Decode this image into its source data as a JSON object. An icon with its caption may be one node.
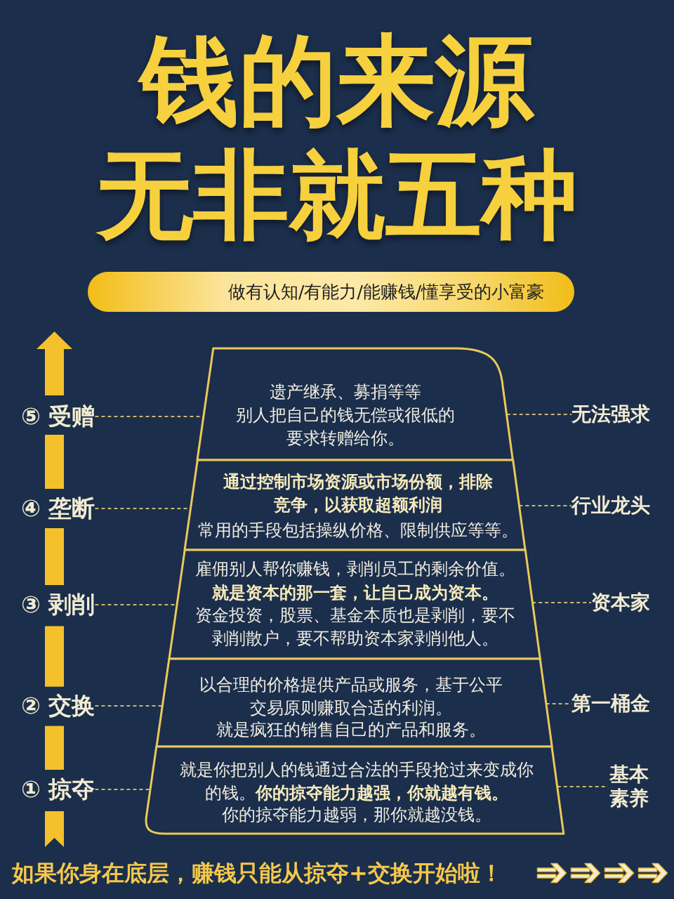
{
  "diagram": {
    "title": "钱的来源无非就五种",
    "nodes": [
      {
        "text": [
          "做有认知/有能力/能赚钱/懂享受的小富豪"
        ]
      },
      {
        "text": [
          "⑤ 受赠"
        ]
      },
      {
        "text": [
          "遗产继承、募捐等等",
          "别人把自己的钱无偿或很低的要求转赠给你。"
        ]
      },
      {
        "text": [
          "无法强求"
        ]
      },
      {
        "text": [
          "④ 垄断"
        ]
      },
      {
        "text": [
          "通过控制市场资源或市场份额，排除竞争，以获取超额利润",
          "常用的手段包括操纵价格、限制供应等等。"
        ]
      },
      {
        "text": [
          "行业龙头"
        ]
      },
      {
        "text": [
          "③ 剥削"
        ]
      },
      {
        "text": [
          "雇佣别人帮你赚钱，剥削员工的剩余价值。",
          "就是资本的那一套，让自己成为资本。",
          "资金投资，股票、基金本质也是剥削，要不剥削散户，要不帮助资本家剥削他人。"
        ]
      },
      {
        "text": [
          "资本家"
        ]
      },
      {
        "text": [
          "② 交换"
        ]
      },
      {
        "text": [
          "以合理的价格提供产品或服务，基于公平交易原则赚取合适的利润。",
          "就是疯狂的销售自己的产品和服务。"
        ]
      },
      {
        "text": [
          "第一桶金"
        ]
      },
      {
        "text": [
          "① 掠夺"
        ]
      },
      {
        "text": [
          "就是你把别人的钱通过合法的手段抢过来变成你的钱。**你的掠夺能力越强，你就越有钱。**",
          "你的掠夺能力越弱，那你就越没钱。"
        ]
      },
      {
        "text": [
          "基本素养"
        ]
      }
    ],
    "edges": [
      {
        "from": 1,
        "to": 2,
        "arrow": "none",
        "style": "dashed"
      },
      {
        "from": 2,
        "to": 3,
        "arrow": "none",
        "style": "dashed"
      },
      {
        "from": 4,
        "to": 5,
        "arrow": "none",
        "style": "dashed"
      },
      {
        "from": 5,
        "to": 6,
        "arrow": "none",
        "style": "dashed"
      },
      {
        "from": 7,
        "to": 8,
        "arrow": "none",
        "style": "dashed"
      },
      {
        "from": 8,
        "to": 9,
        "arrow": "none",
        "style": "dashed"
      },
      {
        "from": 10,
        "to": 11,
        "arrow": "none",
        "style": "dashed"
      },
      {
        "from": 11,
        "to": 12,
        "arrow": "none",
        "style": "dashed"
      },
      {
        "from": 13,
        "to": 14,
        "arrow": "none",
        "style": "dashed"
      },
      {
        "from": 14,
        "to": 15,
        "arrow": "none",
        "style": "dashed"
      }
    ],
    "labels": [
      "如果你身在底层，赚钱只能从掠夺+交换开始啦！"
    ]
  }
}
